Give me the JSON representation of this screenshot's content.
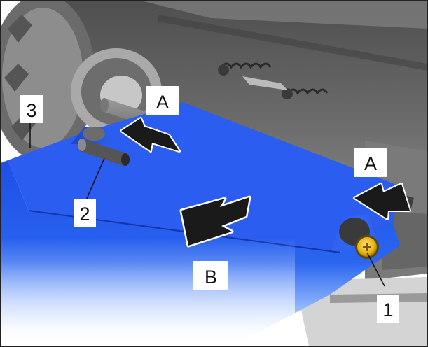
{
  "labels": {
    "arrow_a_left": "A",
    "arrow_a_right": "A",
    "arrow_b": "B",
    "callout_1": "1",
    "callout_2": "2",
    "callout_3": "3"
  },
  "colors": {
    "cover_blue": "#1f4fe0",
    "housing_dark": "#5c5c5c",
    "housing_mid": "#8a8a8a",
    "housing_light": "#b9b9b9",
    "screw_yellow": "#f4c21a",
    "arrow_dark": "#1a1a1a"
  }
}
